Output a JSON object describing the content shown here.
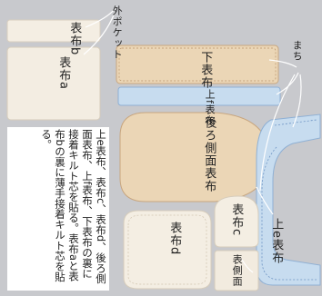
{
  "labels": {
    "pocket_outer": "外ポケット",
    "omote_b": "表布b",
    "omote_a": "表布a",
    "machi": "まち",
    "shita_omote": "下表布",
    "ue_f_omote": "上f表布",
    "ushiro_sokumen": "後ろ側面表布",
    "omote_d": "表布d",
    "omote_c": "表布c",
    "omote_sokumen": "表側面",
    "ue_e_omote": "上e表布"
  },
  "caption": "上e表布、表布c、表布d、後ろ側面表布、上f表布、下表布の裏に接着キルト芯を貼る。表布aと表布bの裏に薄手接着キルト芯を貼る。",
  "colors": {
    "background": "#c8c9cd",
    "linen": "#f4eee3",
    "tan": "#ebd6b6",
    "blue": "#c7dcef",
    "blue_stitch": "#6e94c4",
    "tan_stitch": "#b8926a"
  }
}
